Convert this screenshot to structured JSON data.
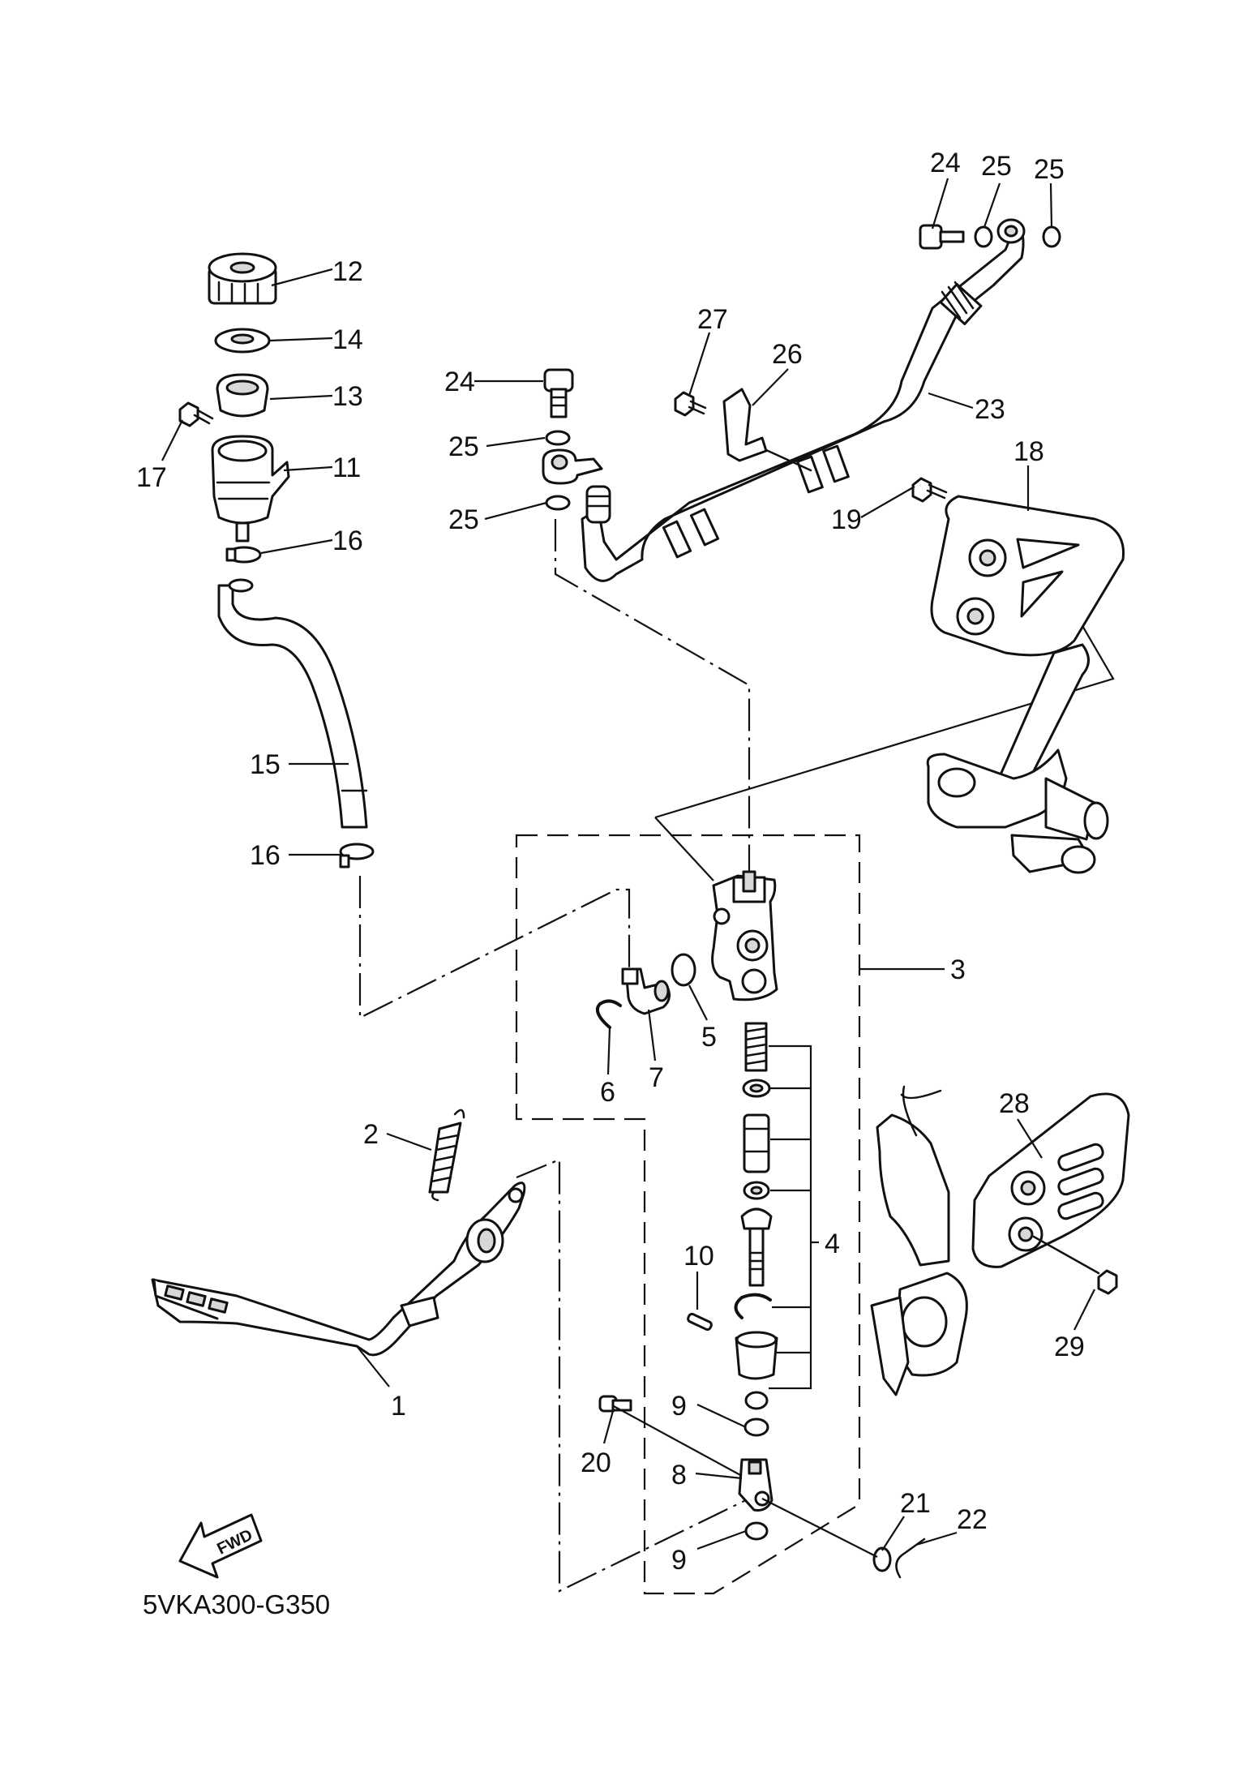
{
  "diagram": {
    "drawing_code": "5VKA300-G350",
    "fwd_label": "FWD",
    "callouts": [
      {
        "id": "c1",
        "text": "1"
      },
      {
        "id": "c2",
        "text": "2"
      },
      {
        "id": "c3",
        "text": "3"
      },
      {
        "id": "c4",
        "text": "4"
      },
      {
        "id": "c5",
        "text": "5"
      },
      {
        "id": "c6",
        "text": "6"
      },
      {
        "id": "c7",
        "text": "7"
      },
      {
        "id": "c8",
        "text": "8"
      },
      {
        "id": "c9a",
        "text": "9"
      },
      {
        "id": "c9b",
        "text": "9"
      },
      {
        "id": "c10",
        "text": "10"
      },
      {
        "id": "c11",
        "text": "11"
      },
      {
        "id": "c12",
        "text": "12"
      },
      {
        "id": "c13",
        "text": "13"
      },
      {
        "id": "c14",
        "text": "14"
      },
      {
        "id": "c15",
        "text": "15"
      },
      {
        "id": "c16a",
        "text": "16"
      },
      {
        "id": "c16b",
        "text": "16"
      },
      {
        "id": "c17",
        "text": "17"
      },
      {
        "id": "c18",
        "text": "18"
      },
      {
        "id": "c19",
        "text": "19"
      },
      {
        "id": "c20",
        "text": "20"
      },
      {
        "id": "c21",
        "text": "21"
      },
      {
        "id": "c22",
        "text": "22"
      },
      {
        "id": "c23",
        "text": "23"
      },
      {
        "id": "c24a",
        "text": "24"
      },
      {
        "id": "c24b",
        "text": "24"
      },
      {
        "id": "c25a",
        "text": "25"
      },
      {
        "id": "c25b",
        "text": "25"
      },
      {
        "id": "c25c",
        "text": "25"
      },
      {
        "id": "c25d",
        "text": "25"
      },
      {
        "id": "c26",
        "text": "26"
      },
      {
        "id": "c27",
        "text": "27"
      },
      {
        "id": "c28",
        "text": "28"
      },
      {
        "id": "c29",
        "text": "29"
      }
    ]
  }
}
